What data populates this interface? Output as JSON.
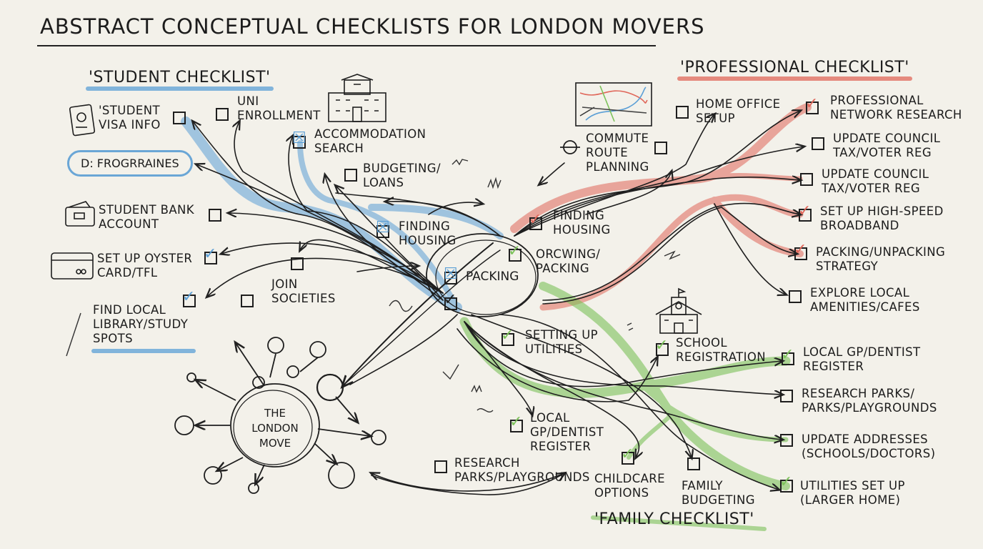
{
  "title": "ABSTRACT CONCEPTUAL CHECKLISTS FOR LONDON MOVERS",
  "colors": {
    "student": "#5b9fd6",
    "professional": "#e0675a",
    "family": "#7cc25a",
    "ink": "#1c1c1c"
  },
  "sections": {
    "student": "'STUDENT CHECKLIST'",
    "professional": "'PROFESSIONAL CHECKLIST'",
    "family": "'FAMILY CHECKLIST'"
  },
  "hubs": {
    "packing": "PACKING",
    "london_move": "THE LONDON\nMOVE"
  },
  "oval_label": "D: FROGRRAINES",
  "student": {
    "visa": "'STUDENT\nVISA INFO",
    "uni": "UNI\nENROLLMENT",
    "accommodation": "ACCOMMODATION\nSEARCH",
    "budgeting": "BUDGETING/\nLOANS",
    "bank": "STUDENT BANK\nACCOUNT",
    "finding_housing": "FINDING\nHOUSING",
    "oyster": "SET UP OYSTER\nCARD/TFL",
    "join": "JOIN\nSOCIETIES",
    "library": "FIND LOCAL\nLIBRARY/STUDY\nSPOTS"
  },
  "center": {
    "finding_housing": "FINDING\nHOUSING",
    "orcwing": "ORCWING/\nPACKING",
    "utilities": "SETTING UP\nUTILITIES"
  },
  "professional": {
    "commute": "COMMUTE\nROUTE\nPLANNING",
    "home_office": "HOME OFFICE\nSETUP",
    "network": "PROFESSIONAL\nNETWORK RESEARCH",
    "council1": "UPDATE COUNCIL\nTAX/VOTER REG",
    "council2": "UPDATE COUNCIL\nTAX/VOTER REG",
    "broadband": "SET UP HIGH-SPEED\nBROADBAND",
    "packing": "PACKING/UNPACKING\nSTRATEGY",
    "amenities": "EXPLORE LOCAL\nAMENITIES/CAFES"
  },
  "family": {
    "school": "SCHOOL\nREGISTRATION",
    "gp_right": "LOCAL GP/DENTIST\nREGISTER",
    "parks_right": "RESEARCH PARKS/\nPARKS/PLAYGROUNDS",
    "addresses": "UPDATE ADDRESSES\n(SCHOOLS/DOCTORS)",
    "utilities_large": "UTILITIES SET UP\n(LARGER HOME)",
    "gp_left": "LOCAL\nGP/DENTIST\nREGISTER",
    "parks_left": "RESEARCH\nPARKS/PLAYGROUNDS",
    "childcare": "CHILDCARE\nOPTIONS",
    "budgeting": "FAMILY\nBUDGETING"
  },
  "checked": {
    "student_accommodation": true,
    "student_finding_housing": true,
    "student_oyster": true,
    "student_library": true,
    "center_finding_housing": true,
    "center_orcwing": true,
    "center_packing_x": true,
    "center_packing": true,
    "center_utilities": true,
    "pro_network": true,
    "pro_broadband": true,
    "pro_packing": true,
    "fam_school": true,
    "fam_gp_right": true,
    "fam_utilities_large": true,
    "fam_gp_left": true,
    "fam_childcare": true
  },
  "icons": [
    "passport-icon",
    "wallet-icon",
    "credit-card-icon",
    "university-building-icon",
    "tube-map-icon",
    "underground-roundel-icon",
    "schoolhouse-icon"
  ]
}
